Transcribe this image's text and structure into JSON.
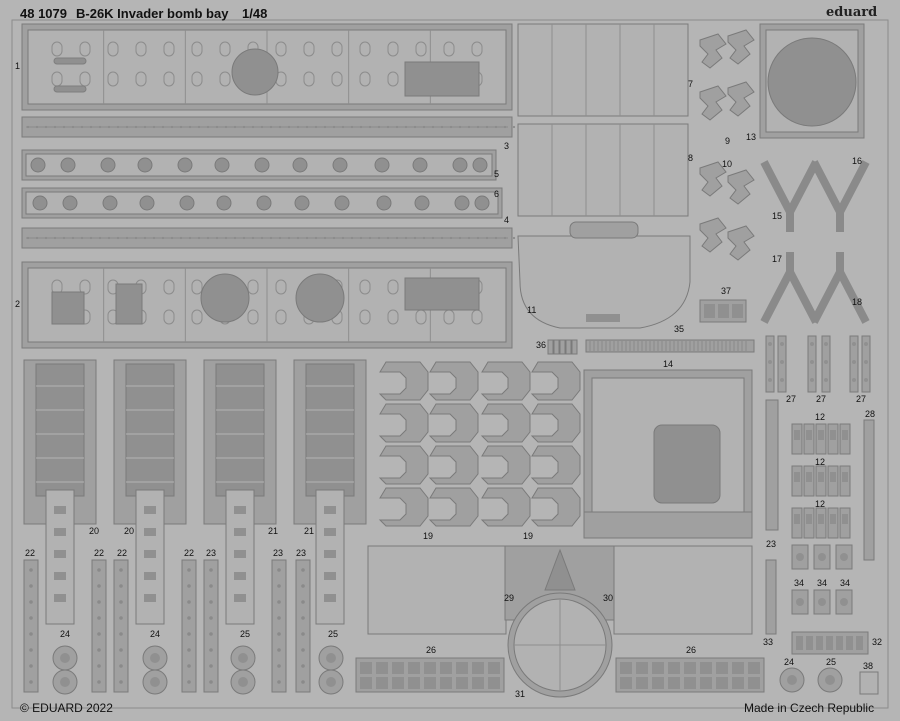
{
  "header": {
    "code": "48 1079",
    "title": "B-26K Invader bomb bay",
    "scale": "1/48",
    "brand": "eduard"
  },
  "footer": {
    "copyright": "© EDUARD 2022",
    "origin": "Made in Czech Republic"
  },
  "part_numbers": [
    {
      "id": "p1",
      "n": "1"
    },
    {
      "id": "p2",
      "n": "2"
    },
    {
      "id": "p3",
      "n": "3"
    },
    {
      "id": "p4",
      "n": "4"
    },
    {
      "id": "p5",
      "n": "5"
    },
    {
      "id": "p6",
      "n": "6"
    },
    {
      "id": "p7",
      "n": "7"
    },
    {
      "id": "p8",
      "n": "8"
    },
    {
      "id": "p9",
      "n": "9"
    },
    {
      "id": "p10",
      "n": "10"
    },
    {
      "id": "p11",
      "n": "11"
    },
    {
      "id": "p12a",
      "n": "12"
    },
    {
      "id": "p12b",
      "n": "12"
    },
    {
      "id": "p12c",
      "n": "12"
    },
    {
      "id": "p13",
      "n": "13"
    },
    {
      "id": "p14",
      "n": "14"
    },
    {
      "id": "p15",
      "n": "15"
    },
    {
      "id": "p16",
      "n": "16"
    },
    {
      "id": "p17",
      "n": "17"
    },
    {
      "id": "p18",
      "n": "18"
    },
    {
      "id": "p19a",
      "n": "19"
    },
    {
      "id": "p19b",
      "n": "19"
    },
    {
      "id": "p20a",
      "n": "20"
    },
    {
      "id": "p20b",
      "n": "20"
    },
    {
      "id": "p21a",
      "n": "21"
    },
    {
      "id": "p21b",
      "n": "21"
    },
    {
      "id": "p22a",
      "n": "22"
    },
    {
      "id": "p22b",
      "n": "22"
    },
    {
      "id": "p22c",
      "n": "22"
    },
    {
      "id": "p22d",
      "n": "22"
    },
    {
      "id": "p23a",
      "n": "23"
    },
    {
      "id": "p23b",
      "n": "23"
    },
    {
      "id": "p23c",
      "n": "23"
    },
    {
      "id": "p23d",
      "n": "23"
    },
    {
      "id": "p24a",
      "n": "24"
    },
    {
      "id": "p24b",
      "n": "24"
    },
    {
      "id": "p24c",
      "n": "24"
    },
    {
      "id": "p25a",
      "n": "25"
    },
    {
      "id": "p25b",
      "n": "25"
    },
    {
      "id": "p25c",
      "n": "25"
    },
    {
      "id": "p26a",
      "n": "26"
    },
    {
      "id": "p26b",
      "n": "26"
    },
    {
      "id": "p27a",
      "n": "27"
    },
    {
      "id": "p27b",
      "n": "27"
    },
    {
      "id": "p27c",
      "n": "27"
    },
    {
      "id": "p28",
      "n": "28"
    },
    {
      "id": "p29",
      "n": "29"
    },
    {
      "id": "p30",
      "n": "30"
    },
    {
      "id": "p31",
      "n": "31"
    },
    {
      "id": "p32",
      "n": "32"
    },
    {
      "id": "p33",
      "n": "33"
    },
    {
      "id": "p34a",
      "n": "34"
    },
    {
      "id": "p34b",
      "n": "34"
    },
    {
      "id": "p34c",
      "n": "34"
    },
    {
      "id": "p35",
      "n": "35"
    },
    {
      "id": "p36",
      "n": "36"
    },
    {
      "id": "p37",
      "n": "37"
    },
    {
      "id": "p38",
      "n": "38"
    }
  ]
}
